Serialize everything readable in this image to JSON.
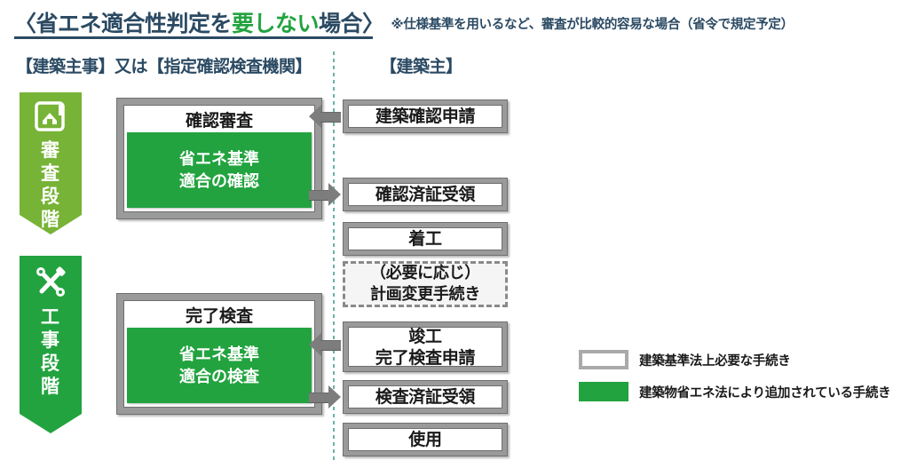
{
  "title": {
    "prefix": "〈省エネ適合性判定を",
    "highlight": "要しない",
    "suffix": "場合〉",
    "note": "※仕様基準を用いるなど、審査が比較的容易な場合（省令で規定予定）",
    "highlight_color": "#22a33f",
    "text_color": "#2b4a63"
  },
  "columns": {
    "left_header": "【建築主事】又は【指定確認検査機関】",
    "right_header": "【建築主】"
  },
  "stages": [
    {
      "id": "review",
      "label_lines": [
        "審",
        "査",
        "段",
        "階"
      ],
      "icon": "house-blueprint-icon",
      "color": "#77b336"
    },
    {
      "id": "construction",
      "label_lines": [
        "工",
        "事",
        "段",
        "階"
      ],
      "icon": "hammer-wrench-icon",
      "color": "#22a33f"
    }
  ],
  "authority_boxes": [
    {
      "id": "kakunin-shinsa",
      "header": "確認審査",
      "body_lines": [
        "省エネ基準",
        "適合の確認"
      ],
      "body_color": "#22a33f"
    },
    {
      "id": "kanryo-kensa",
      "header": "完了検査",
      "body_lines": [
        "省エネ基準",
        "適合の検査"
      ],
      "body_color": "#22a33f"
    }
  ],
  "owner_boxes": [
    {
      "id": "apply",
      "lines": [
        "建築確認申請"
      ],
      "style": "solid"
    },
    {
      "id": "cert-received",
      "lines": [
        "確認済証受領"
      ],
      "style": "solid"
    },
    {
      "id": "start-work",
      "lines": [
        "着工"
      ],
      "style": "solid"
    },
    {
      "id": "plan-change",
      "lines": [
        "（必要に応じ）",
        "計画変更手続き"
      ],
      "style": "dashed"
    },
    {
      "id": "completion-apply",
      "lines": [
        "竣工",
        "完了検査申請"
      ],
      "style": "solid"
    },
    {
      "id": "inspect-cert",
      "lines": [
        "検査済証受領"
      ],
      "style": "solid"
    },
    {
      "id": "use",
      "lines": [
        "使用"
      ],
      "style": "solid"
    }
  ],
  "arrows": [
    {
      "id": "apply-to-review",
      "direction": "left"
    },
    {
      "id": "review-to-cert",
      "direction": "right"
    },
    {
      "id": "completion-to-inspect",
      "direction": "left"
    },
    {
      "id": "inspect-to-cert",
      "direction": "right"
    }
  ],
  "legend": [
    {
      "swatch": "white",
      "text": "建築基準法上必要な手続き"
    },
    {
      "swatch": "green",
      "text": "建築物省エネ法により追加されている手続き"
    }
  ]
}
